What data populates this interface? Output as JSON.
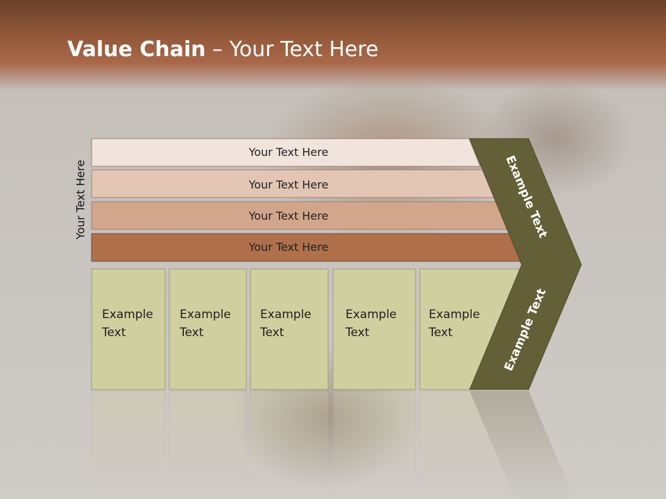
{
  "title": {
    "bold": "Value Chain",
    "rest": " – Your Text Here"
  },
  "side_label": "Your Text Here",
  "bars": [
    {
      "label": "Your Text Here",
      "color": "#f1e4dc"
    },
    {
      "label": "Your Text Here",
      "color": "#e2c5b3"
    },
    {
      "label": "Your Text Here",
      "color": "#d2a68b"
    },
    {
      "label": "Your Text Here",
      "color": "#b0704b"
    }
  ],
  "boxes": [
    {
      "line1": "Example",
      "line2": "Text"
    },
    {
      "line1": "Example",
      "line2": "Text"
    },
    {
      "line1": "Example",
      "line2": "Text"
    },
    {
      "line1": "Example",
      "line2": "Text"
    },
    {
      "line1": "Example",
      "line2": "Text"
    }
  ],
  "chevron": {
    "upper_label": "Example Text",
    "lower_label": "Example Text",
    "color": "#636038"
  },
  "colors": {
    "box_fill": "#d0cf9f",
    "title_band": "#a9684a"
  }
}
